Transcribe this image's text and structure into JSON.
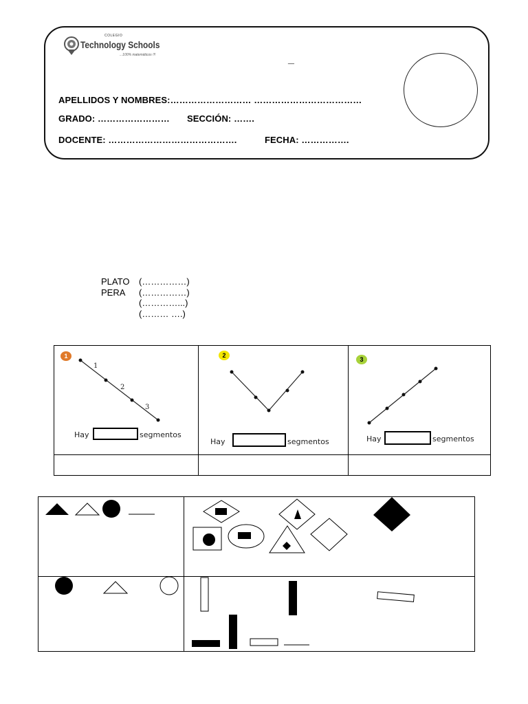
{
  "header": {
    "logo": {
      "small_text": "COLEGIO",
      "name": "Technology Schools",
      "slogan": "...100% matemáticos !!!"
    },
    "title_dash": "_",
    "fields": {
      "apellidos": "APELLIDOS Y NOMBRES:……………………… ………………………………",
      "grado": "GRADO: ……………………",
      "seccion": "SECCIÓN: …….",
      "docente": "DOCENTE: …………………………………….",
      "fecha": "FECHA: ……………."
    }
  },
  "word_list": [
    {
      "word": "PLATO",
      "blank": "(……………)"
    },
    {
      "word": "PERA",
      "blank": "(……………)"
    },
    {
      "word": "",
      "blank": "(…………...)"
    },
    {
      "word": "",
      "blank": "(……… ….)"
    }
  ],
  "segment_exercises": [
    {
      "badge": "1",
      "badge_color": "#e07a2a",
      "hay": "Hay",
      "segmentos": "segmentos",
      "labels": [
        "1",
        "2",
        "3"
      ]
    },
    {
      "badge": "2",
      "badge_color": "#f2e600",
      "hay": "Hay",
      "segmentos": "segmentos"
    },
    {
      "badge": "3",
      "badge_color": "#a8d23a",
      "hay": "Hay",
      "segmentos": "segmentos"
    }
  ],
  "colors": {
    "border": "#000000",
    "badge_1": "#e07a2a",
    "badge_2": "#f2e600",
    "badge_3": "#a8d23a"
  }
}
